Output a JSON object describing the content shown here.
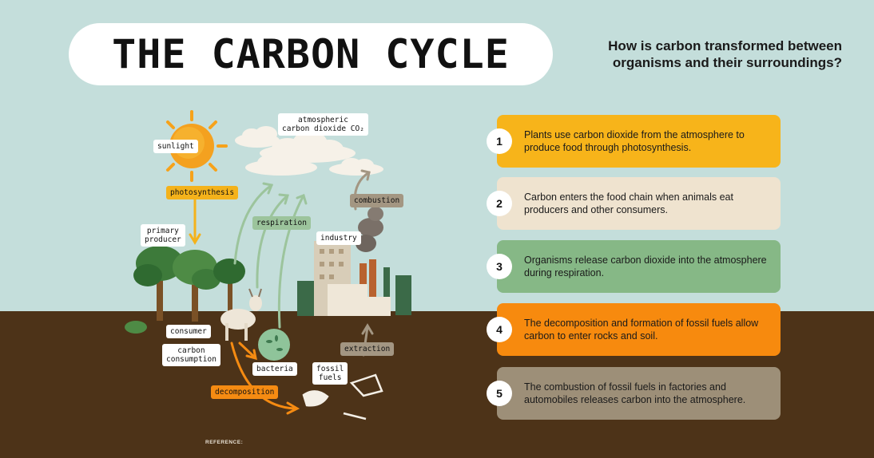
{
  "title": "THE CARBON CYCLE",
  "subtitle": "How is carbon transformed between organisms and their surroundings?",
  "colors": {
    "sky": "#c4dedb",
    "ground": "#4d3318",
    "step1": "#f7b41a",
    "step2": "#efe3cf",
    "step3": "#86b886",
    "step4": "#f78a0e",
    "step5": "#9d8f78"
  },
  "diagram_labels": {
    "sunlight": "sunlight",
    "atmospheric_co2": "atmospheric\ncarbon dioxide CO₂",
    "photosynthesis": "photosynthesis",
    "respiration": "respiration",
    "combustion": "combustion",
    "industry": "industry",
    "primary_producer": "primary\nproducer",
    "consumer": "consumer",
    "carbon_consumption": "carbon\nconsumption",
    "bacteria": "bacteria",
    "extraction": "extraction",
    "fossil_fuels": "fossil\nfuels",
    "decomposition": "decomposition"
  },
  "steps": [
    {
      "num": "1",
      "text": "Plants use carbon dioxide from the atmosphere to produce food through photosynthesis."
    },
    {
      "num": "2",
      "text": "Carbon enters the food chain when animals eat producers and other consumers."
    },
    {
      "num": "3",
      "text": "Organisms release carbon dioxide into the atmosphere during respiration."
    },
    {
      "num": "4",
      "text": "The decomposition and formation of fossil fuels allow carbon to enter rocks and soil."
    },
    {
      "num": "5",
      "text": "The combustion of fossil fuels in factories and automobiles releases carbon into the atmosphere."
    }
  ],
  "reference": "REFERENCE:"
}
